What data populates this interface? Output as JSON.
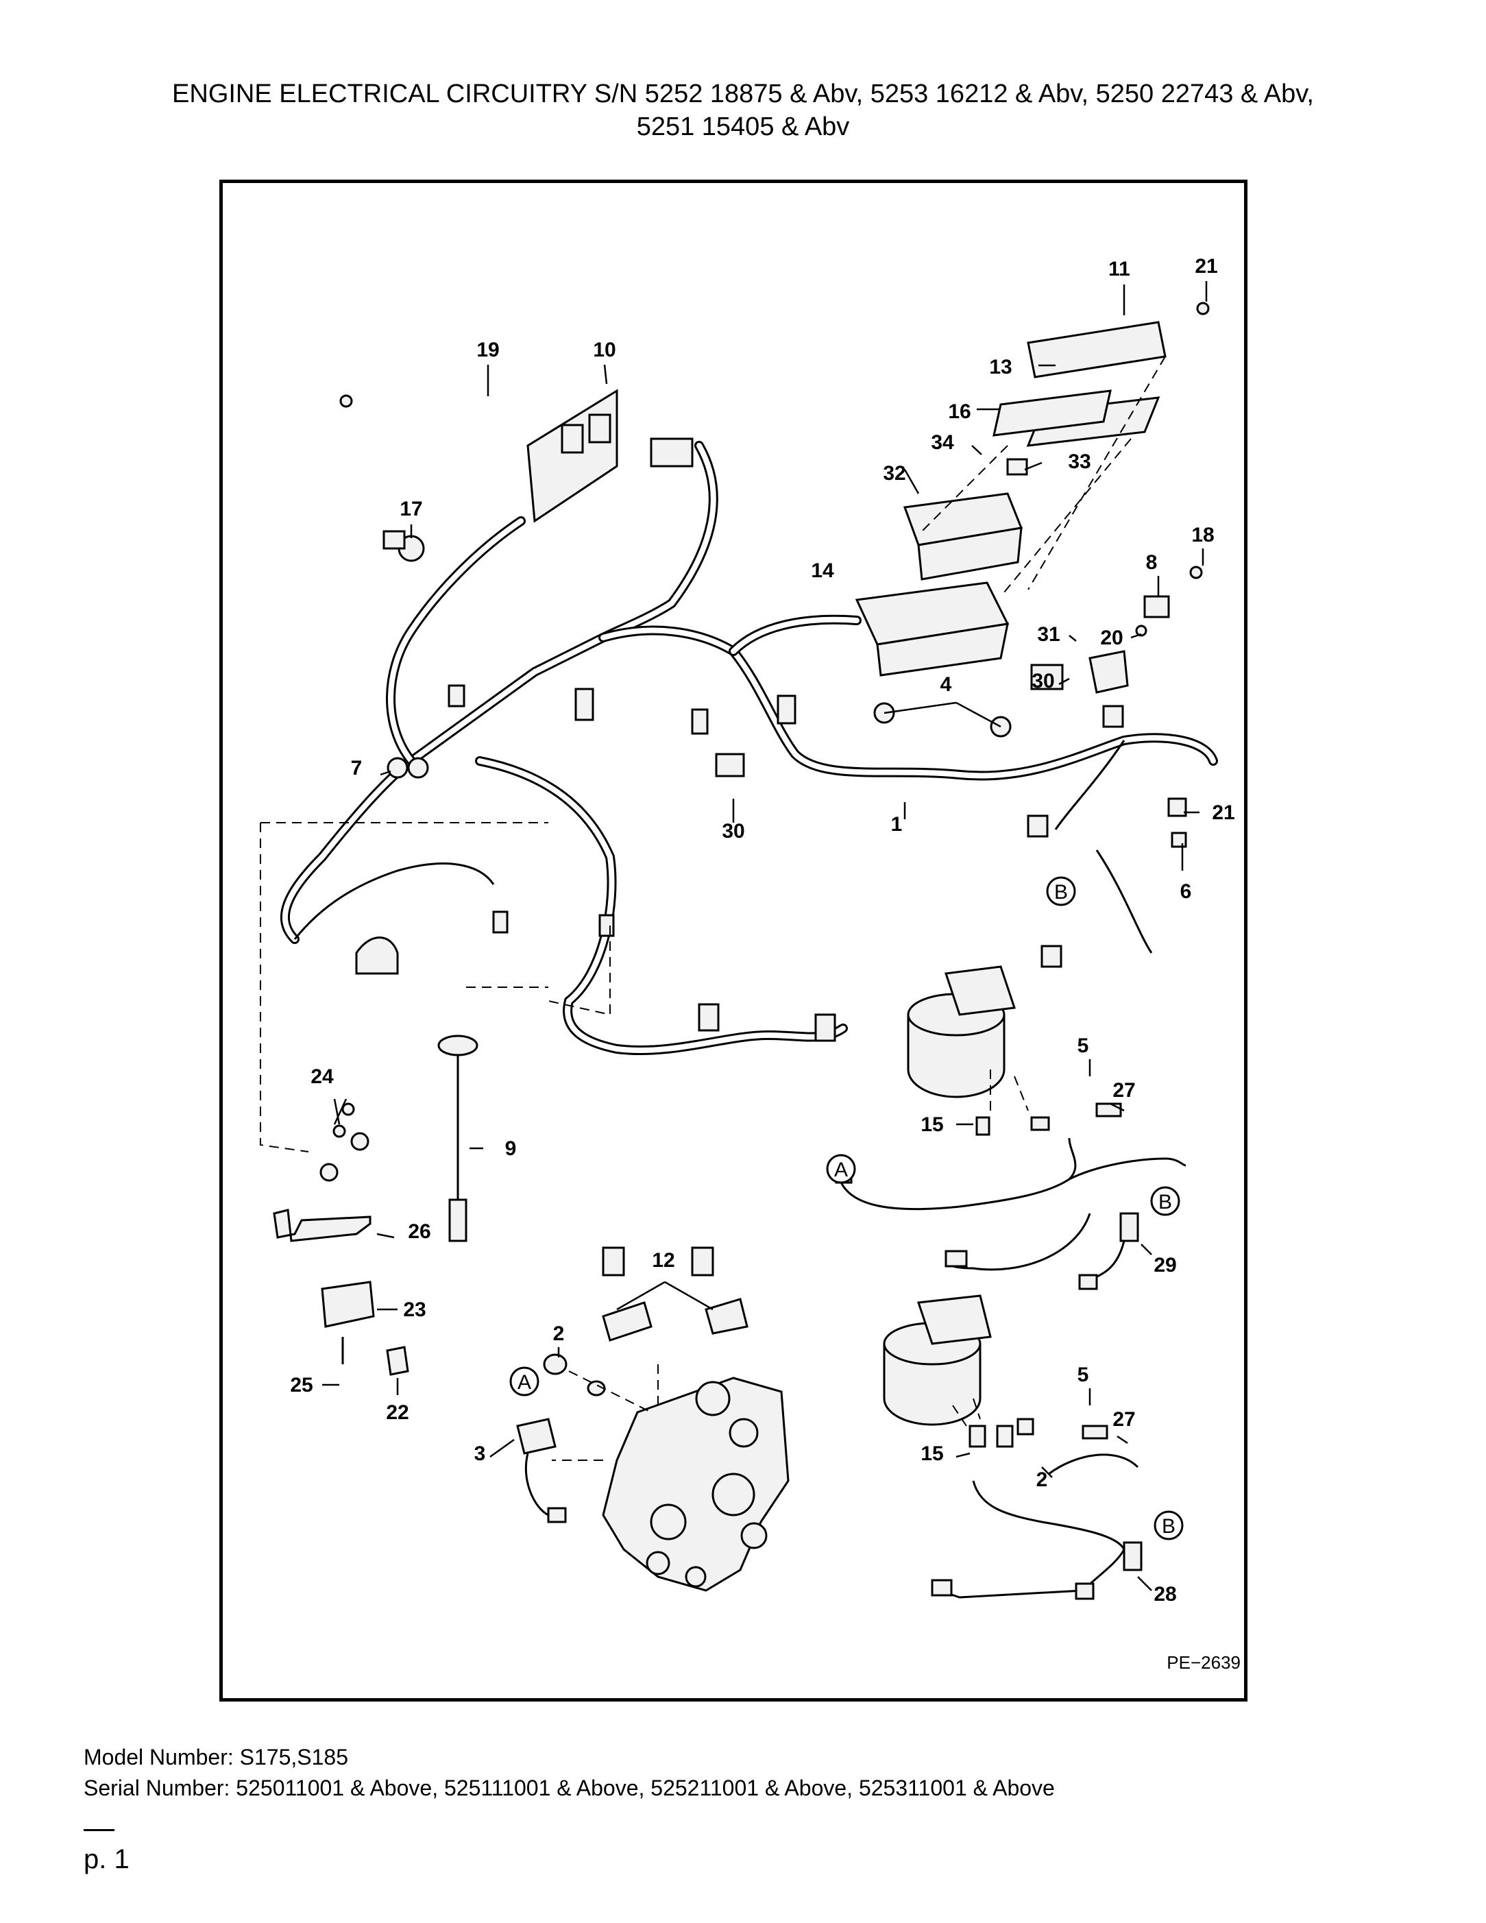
{
  "header": {
    "title_line1": "ENGINE ELECTRICAL CIRCUITRY S/N 5252 18875 & Abv, 5253 16212 & Abv, 5250 22743 & Abv,",
    "title_line2": "5251 15405 & Abv"
  },
  "diagram": {
    "figure_id": "PE−2639",
    "callouts": [
      "1",
      "2",
      "2",
      "3",
      "4",
      "5",
      "5",
      "6",
      "7",
      "8",
      "9",
      "10",
      "11",
      "12",
      "13",
      "14",
      "15",
      "15",
      "16",
      "17",
      "18",
      "19",
      "20",
      "21",
      "21",
      "22",
      "23",
      "24",
      "25",
      "26",
      "27",
      "27",
      "28",
      "29",
      "30",
      "30",
      "31",
      "32",
      "33",
      "34"
    ],
    "connectors": [
      "A",
      "A",
      "B",
      "B",
      "B"
    ]
  },
  "footer": {
    "model": "Model Number: S175,S185",
    "serial": "Serial Number: 525011001 & Above, 525111001 & Above, 525211001 & Above, 525311001 & Above",
    "page": "p. 1"
  }
}
